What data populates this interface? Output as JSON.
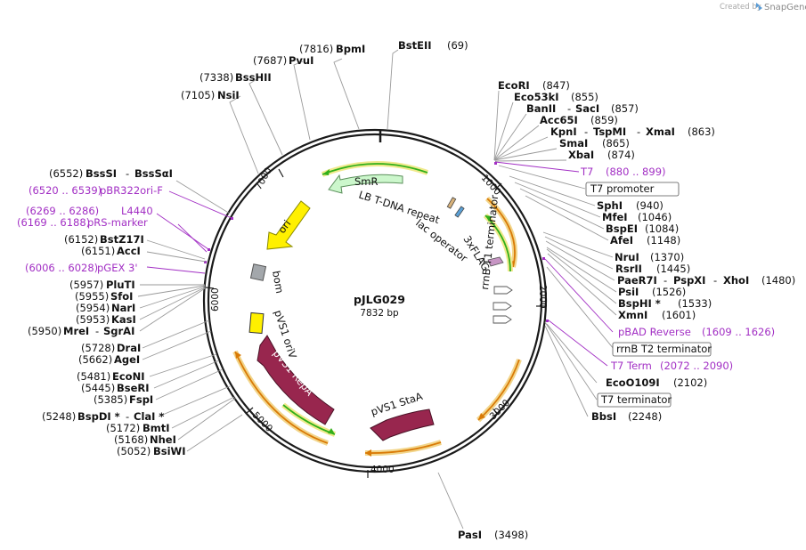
{
  "credit": {
    "prefix": "Created by",
    "brand": "SnapGene"
  },
  "plasmid": {
    "name": "pJLG029",
    "length": "7832 bp"
  },
  "ticks": [
    "1000",
    "2000",
    "3000",
    "4000",
    "5000",
    "6000",
    "7000"
  ],
  "sites_top": [
    {
      "name": "BpmI",
      "pos": "(7816)"
    },
    {
      "name": "BstEII",
      "pos": "(69)"
    },
    {
      "name": "PvuI",
      "pos": "(7687)"
    },
    {
      "name": "BssHII",
      "pos": "(7338)"
    },
    {
      "name": "NsiI",
      "pos": "(7105)"
    }
  ],
  "sites_right": [
    {
      "name": "EcoRI",
      "pos": "(847)"
    },
    {
      "name": "Eco53kI",
      "pos": "(855)"
    },
    {
      "name": "BanII",
      "sep": "-",
      "name2": "SacI",
      "pos": "(857)"
    },
    {
      "name": "Acc65I",
      "pos": "(859)"
    },
    {
      "name": "KpnI",
      "sep": "-",
      "name2": "TspMI",
      "sep2": "-",
      "name3": "XmaI",
      "pos": "(863)"
    },
    {
      "name": "SmaI",
      "pos": "(865)"
    },
    {
      "name": "XbaI",
      "pos": "(874)"
    },
    {
      "name": "SphI",
      "pos": "(940)"
    },
    {
      "name": "MfeI",
      "pos": "(1046)"
    },
    {
      "name": "BspEI",
      "pos": "(1084)"
    },
    {
      "name": "AfeI",
      "pos": "(1148)"
    },
    {
      "name": "NruI",
      "pos": "(1370)"
    },
    {
      "name": "RsrII",
      "pos": "(1445)"
    },
    {
      "name": "PaeR7I",
      "sep": "-",
      "name2": "PspXI",
      "sep2": "-",
      "name3": "XhoI",
      "pos": "(1480)"
    },
    {
      "name": "PsiI",
      "pos": "(1526)"
    },
    {
      "name": "BspHI *",
      "pos": "(1533)"
    },
    {
      "name": "XmnI",
      "pos": "(1601)"
    },
    {
      "name": "EcoO109I",
      "pos": "(2102)"
    },
    {
      "name": "BbsI",
      "pos": "(2248)"
    },
    {
      "name": "PasI",
      "pos": "(3498)"
    }
  ],
  "primers_right": [
    {
      "name": "T7",
      "range": "(880 .. 899)"
    },
    {
      "name": "pBAD Reverse",
      "range": "(1609 .. 1626)"
    },
    {
      "name": "T7 Term",
      "range": "(2072 .. 2090)"
    }
  ],
  "boxed_right": [
    "T7 promoter",
    "rrnB T2 terminator",
    "T7 terminator"
  ],
  "sites_left": [
    {
      "pos": "(6552)",
      "name": "BssSI",
      "sep": "-",
      "name2": "BssSαI"
    },
    {
      "pos": "(6152)",
      "name": "BstZ17I"
    },
    {
      "pos": "(6151)",
      "name": "AccI"
    },
    {
      "pos": "(5957)",
      "name": "PluTI"
    },
    {
      "pos": "(5955)",
      "name": "SfoI"
    },
    {
      "pos": "(5954)",
      "name": "NarI"
    },
    {
      "pos": "(5953)",
      "name": "KasI"
    },
    {
      "pos": "(5950)",
      "name": "MreI",
      "sep": "-",
      "name2": "SgrAI"
    },
    {
      "pos": "(5728)",
      "name": "DraI"
    },
    {
      "pos": "(5662)",
      "name": "AgeI"
    },
    {
      "pos": "(5481)",
      "name": "EcoNI"
    },
    {
      "pos": "(5445)",
      "name": "BseRI"
    },
    {
      "pos": "(5385)",
      "name": "FspI"
    },
    {
      "pos": "(5248)",
      "name": "BspDI *",
      "sep": "-",
      "name2": "ClaI *"
    },
    {
      "pos": "(5172)",
      "name": "BmtI"
    },
    {
      "pos": "(5168)",
      "name": "NheI"
    },
    {
      "pos": "(5052)",
      "name": "BsiWI"
    }
  ],
  "primers_left": [
    {
      "range": "(6520 .. 6539)",
      "name": "pBR322ori-F"
    },
    {
      "range": "(6269 .. 6286)",
      "name": "L4440"
    },
    {
      "range": "(6169 .. 6188)",
      "name": "pRS-marker"
    },
    {
      "range": "(6006 .. 6028)",
      "name": "pGEX 3'"
    }
  ],
  "features": {
    "smr": "SmR",
    "ori": "ori",
    "bom": "bom",
    "lb": "LB T-DNA repeat",
    "lac": "lac operator",
    "flag": "3xFLAG",
    "rrnb_t1": "rrnB T1 terminator",
    "pvs1_oriv": "pVS1 oriV",
    "pvs1_repa": "pVS1 RepA",
    "pvs1_staa": "pVS1 StaA"
  },
  "colors": {
    "backbone": "#1a1a1a",
    "smr_fill": "#ccf7cc",
    "ori_fill": "#fff000",
    "bom_fill": "#a3a7ab",
    "rep_fill": "#98264e",
    "primer": "#a22fc4",
    "orange_arc": "#d97a06",
    "green_arc": "#31b01a"
  }
}
